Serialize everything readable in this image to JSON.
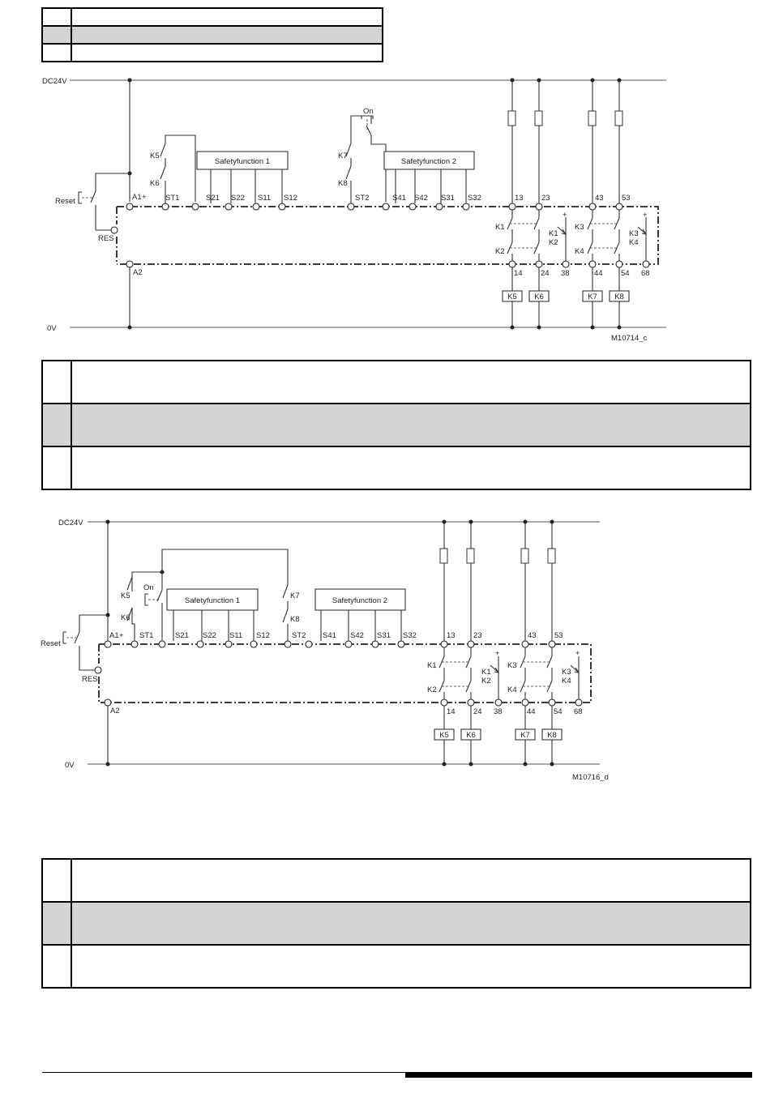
{
  "diagram1": {
    "supply": "DC24V",
    "ground": "0V",
    "reset": "Reset",
    "res": "RES",
    "a1": "A1",
    "a1_sign": "+",
    "a2": "A2",
    "st1": "ST1",
    "st2": "ST2",
    "on": "On",
    "sf1": "Safetyfunction 1",
    "sf2": "Safetyfunction 2",
    "s21": "S21",
    "s22": "S22",
    "s11": "S11",
    "s12": "S12",
    "s41": "S41",
    "s42": "S42",
    "s31": "S31",
    "s32": "S32",
    "t13": "13",
    "t23": "23",
    "t43": "43",
    "t53": "53",
    "t14": "14",
    "t24": "24",
    "t38": "38",
    "t44": "44",
    "t54": "54",
    "t68": "68",
    "k1": "K1",
    "k2": "K2",
    "k3": "K3",
    "k4": "K4",
    "k5": "K5",
    "k6": "K6",
    "k7": "K7",
    "k8": "K8",
    "plus": "+",
    "code": "M10714_c"
  },
  "diagram2": {
    "supply": "DC24V",
    "ground": "0V",
    "reset": "Reset",
    "res": "RES",
    "a1": "A1",
    "a1_sign": "+",
    "a2": "A2",
    "st1": "ST1",
    "st2": "ST2",
    "on": "On",
    "sf1": "Safetyfunction 1",
    "sf2": "Safetyfunction 2",
    "s21": "S21",
    "s22": "S22",
    "s11": "S11",
    "s12": "S12",
    "s41": "S41",
    "s42": "S42",
    "s31": "S31",
    "s32": "S32",
    "t13": "13",
    "t23": "23",
    "t43": "43",
    "t53": "53",
    "t14": "14",
    "t24": "24",
    "t38": "38",
    "t44": "44",
    "t54": "54",
    "t68": "68",
    "k1": "K1",
    "k2": "K2",
    "k3": "K3",
    "k4": "K4",
    "k5": "K5",
    "k6": "K6",
    "k7": "K7",
    "k8": "K8",
    "plus": "+",
    "code": "M10716_d"
  }
}
